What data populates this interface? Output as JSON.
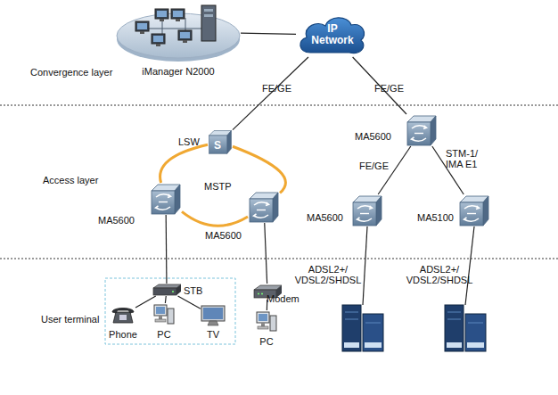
{
  "diagram": {
    "nodes": [
      {
        "text": [
          "iManager N2000"
        ]
      },
      {
        "text": [
          "IP Network"
        ]
      },
      {
        "text": [
          "LSW",
          "S"
        ]
      },
      {
        "text": [
          "MA5600"
        ]
      },
      {
        "text": [
          "MA5600"
        ]
      },
      {
        "text": [
          "MA5600"
        ]
      },
      {
        "text": [
          "MA5600"
        ]
      },
      {
        "text": [
          "MA5100"
        ]
      },
      {
        "text": [
          "STB"
        ]
      },
      {
        "text": [
          "Phone"
        ]
      },
      {
        "text": [
          "PC"
        ]
      },
      {
        "text": [
          "TV"
        ]
      },
      {
        "text": [
          "Modem"
        ]
      },
      {
        "text": [
          "PC"
        ]
      }
    ],
    "edges": [
      {
        "from": 0,
        "to": 1,
        "arrow": "none"
      },
      {
        "from": 1,
        "to": 2,
        "label": "FE/GE",
        "arrow": "none"
      },
      {
        "from": 1,
        "to": 3,
        "label": "FE/GE",
        "arrow": "none"
      },
      {
        "from": 2,
        "to": 4,
        "arrow": "none"
      },
      {
        "from": 4,
        "to": 5,
        "arrow": "none"
      },
      {
        "from": 5,
        "to": 2,
        "arrow": "none"
      },
      {
        "from": 3,
        "to": 6,
        "label": "FE/GE",
        "arrow": "none"
      },
      {
        "from": 3,
        "to": 7,
        "label": "STM-1/ IMA E1",
        "arrow": "none"
      },
      {
        "from": 4,
        "to": 8,
        "arrow": "none"
      },
      {
        "from": 8,
        "to": 9,
        "arrow": "none"
      },
      {
        "from": 8,
        "to": 10,
        "arrow": "none"
      },
      {
        "from": 8,
        "to": 11,
        "arrow": "none"
      },
      {
        "from": 5,
        "to": 12,
        "arrow": "none"
      },
      {
        "from": 12,
        "to": 13,
        "arrow": "none"
      }
    ],
    "labels": [
      "Convergence layer",
      "Access layer",
      "User terminal",
      "MSTP",
      "ADSL2+/ VDSL2/SHDSL",
      "ADSL2+/ VDSL2/SHDSL"
    ]
  }
}
